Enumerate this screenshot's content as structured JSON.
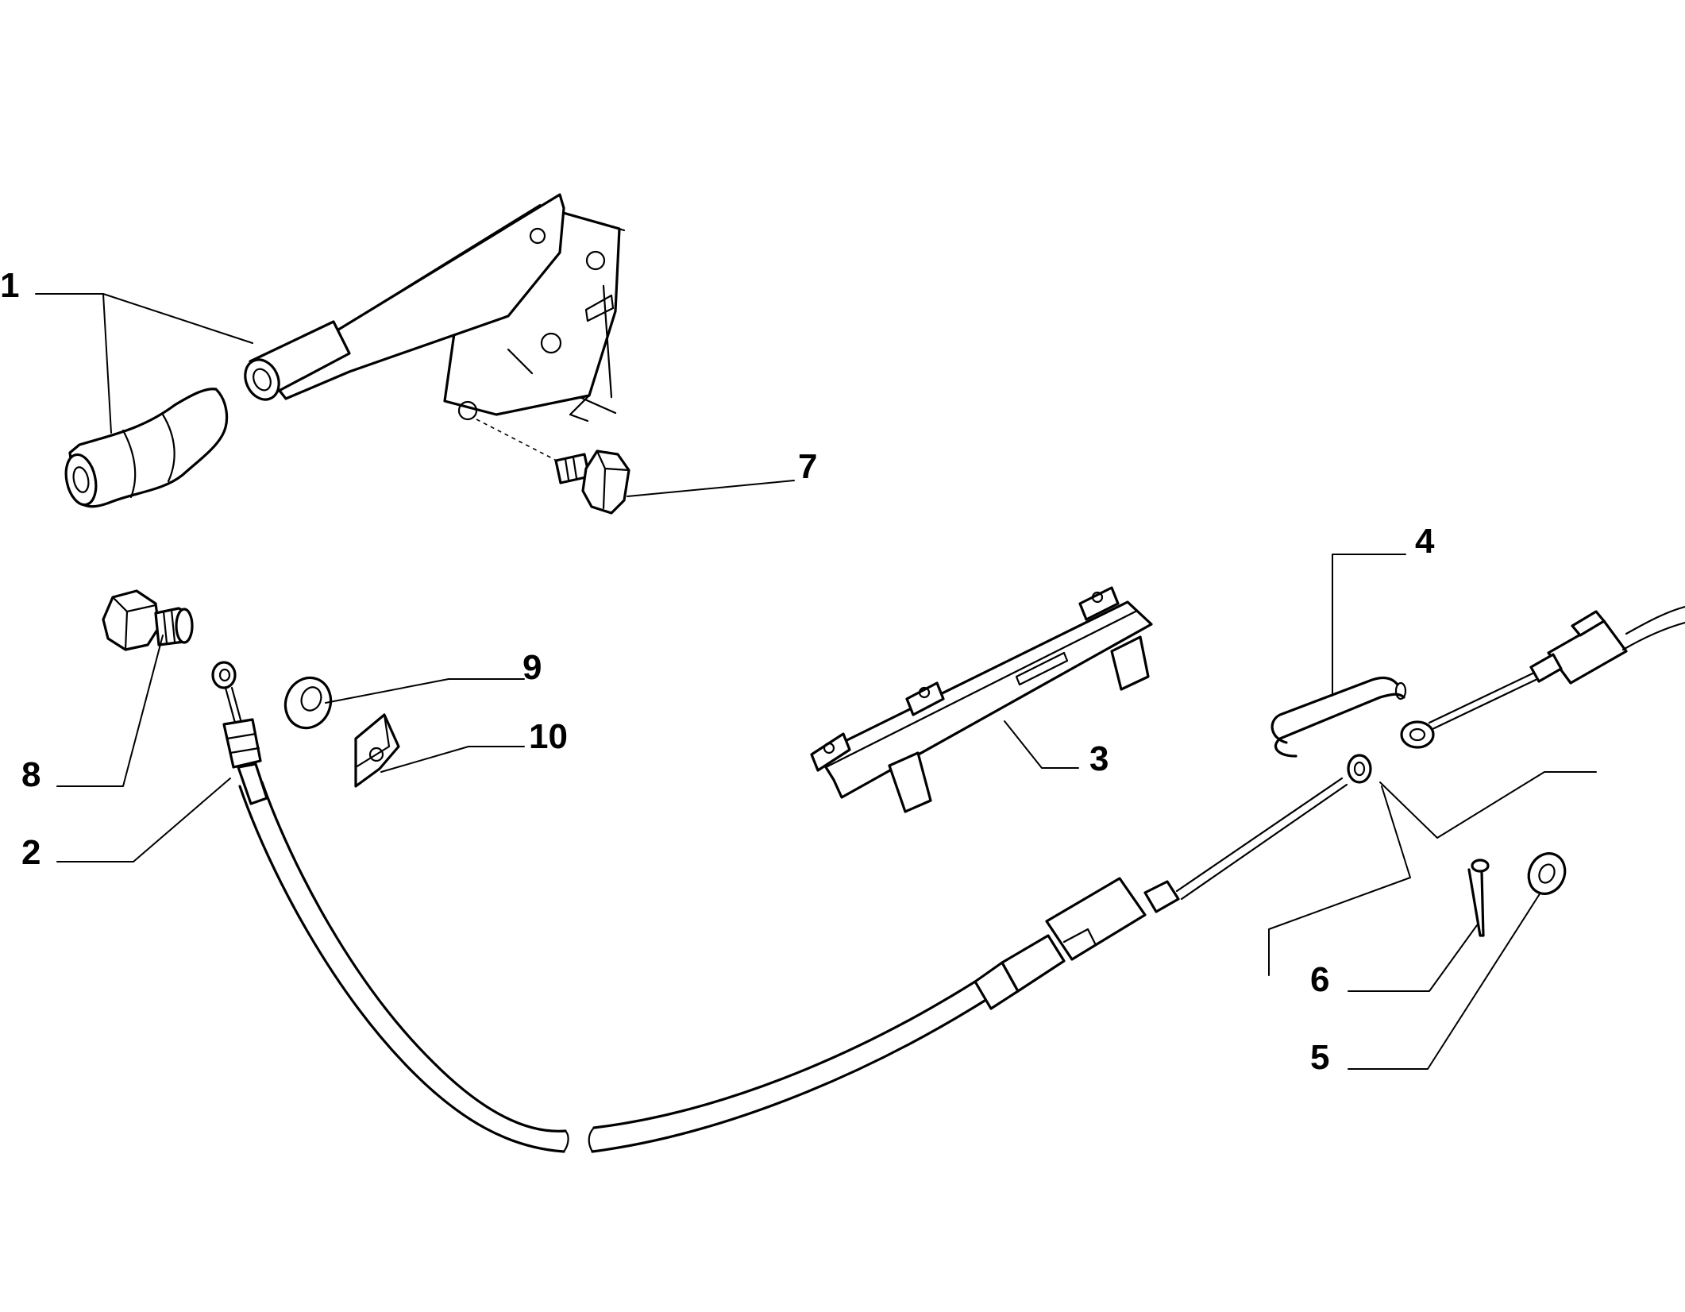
{
  "diagram": {
    "callouts": [
      {
        "id": "c1",
        "label": "1"
      },
      {
        "id": "c2",
        "label": "2"
      },
      {
        "id": "c3",
        "label": "3"
      },
      {
        "id": "c4",
        "label": "4"
      },
      {
        "id": "c5",
        "label": "5"
      },
      {
        "id": "c6",
        "label": "6"
      },
      {
        "id": "c7",
        "label": "7"
      },
      {
        "id": "c8",
        "label": "8"
      },
      {
        "id": "c9",
        "label": "9"
      },
      {
        "id": "c10",
        "label": "10"
      }
    ],
    "colors": {
      "ink": "#000000",
      "paper": "#ffffff"
    }
  }
}
